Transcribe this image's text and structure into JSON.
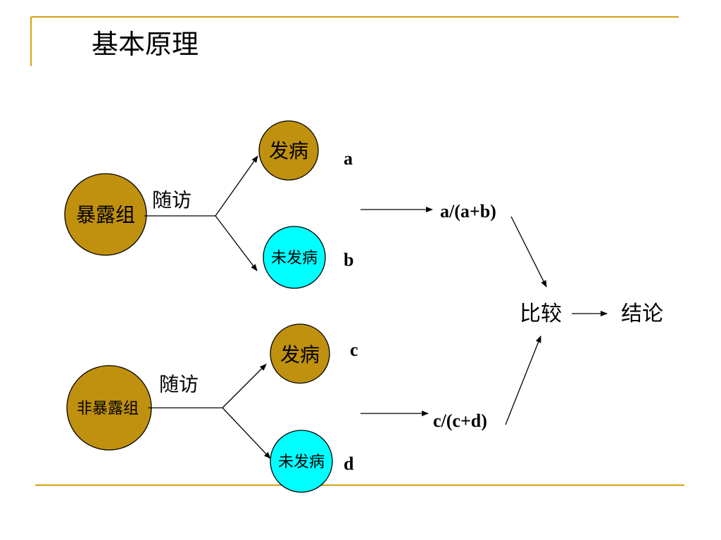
{
  "slide": {
    "title": "基本原理",
    "accent_color": "#D4A017"
  },
  "colors": {
    "group_fill": "#C0900F",
    "outcome_ill_fill": "#C0900F",
    "outcome_healthy_fill": "#00FFFF",
    "stroke": "#000000"
  },
  "exposed": {
    "group_label": "暴露组",
    "follow_label": "随访",
    "ill_label": "发病",
    "healthy_label": "未发病",
    "ill_var": "a",
    "healthy_var": "b",
    "ratio": "a/(a+b)"
  },
  "unexposed": {
    "group_label": "非暴露组",
    "follow_label": "随访",
    "ill_label": "发病",
    "healthy_label": "未发病",
    "ill_var": "c",
    "healthy_var": "d",
    "ratio": "c/(c+d)"
  },
  "compare_label": "比较",
  "conclusion_label": "结论"
}
